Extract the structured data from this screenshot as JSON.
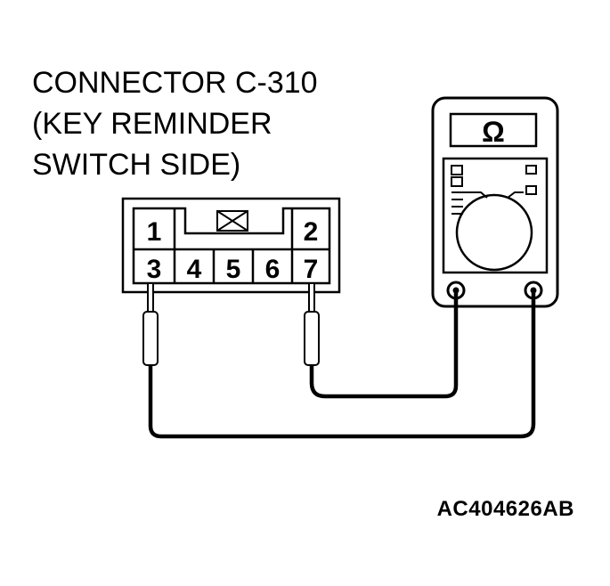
{
  "caption": {
    "line1": "CONNECTOR C-310",
    "line2": "(KEY REMINDER",
    "line3": "SWITCH SIDE)"
  },
  "connector": {
    "top_pins": [
      "1",
      "2"
    ],
    "bottom_pins": [
      "3",
      "4",
      "5",
      "6",
      "7"
    ]
  },
  "meter": {
    "symbol": "Ω",
    "icon": "ohmmeter-icon"
  },
  "figure_code": "AC404626AB"
}
